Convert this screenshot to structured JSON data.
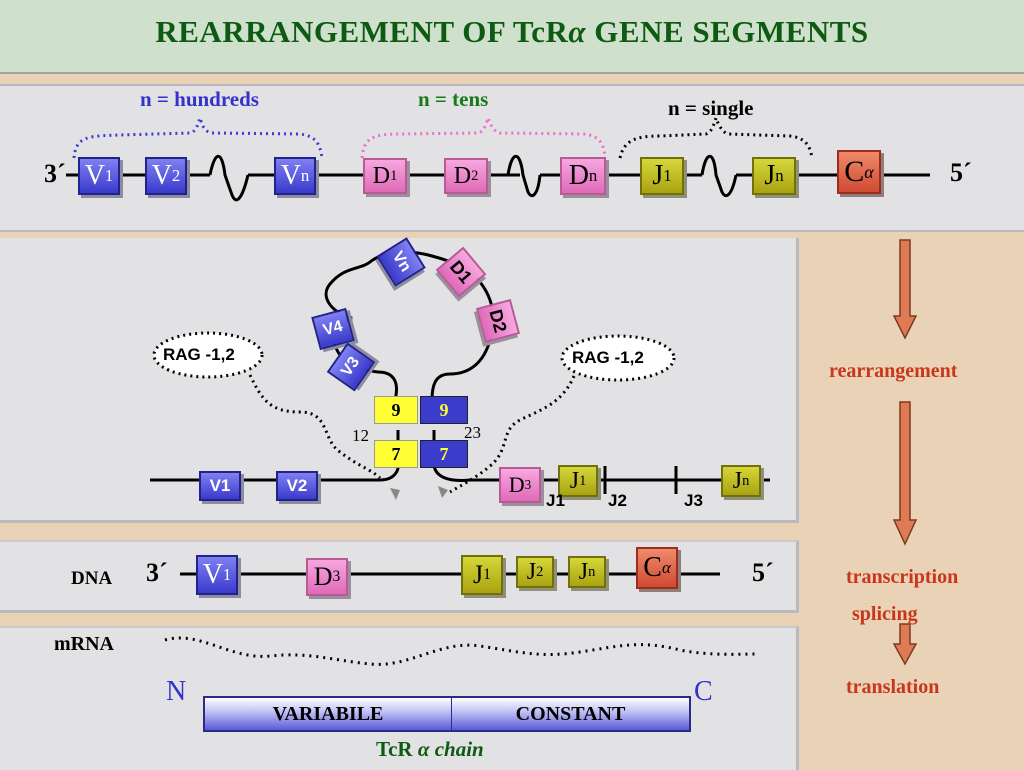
{
  "title": {
    "prefix": "REARRANGEMENT  OF  TcR",
    "alpha": "α",
    "suffix": "  GENE  SEGMENTS"
  },
  "top_row": {
    "n_hundreds": "n = hundreds",
    "n_tens": "n = tens",
    "n_single": "n = single",
    "end3": "3´",
    "end5": "5´",
    "segments": [
      {
        "base": "V",
        "sub": "1"
      },
      {
        "base": "V",
        "sub": "2"
      },
      {
        "base": "V",
        "sub": "n"
      },
      {
        "base": "D",
        "sub": "1"
      },
      {
        "base": "D",
        "sub": "2"
      },
      {
        "base": "D",
        "sub": "n"
      },
      {
        "base": "J",
        "sub": "1"
      },
      {
        "base": "J",
        "sub": "n"
      },
      {
        "base": "C",
        "sub": "α"
      }
    ]
  },
  "loop": {
    "vn": "Vn",
    "d1": "D1",
    "d2": "D2",
    "v4": "V4",
    "v3": "V3",
    "rag_left": "RAG -1,2",
    "rag_right": "RAG -1,2",
    "rss_9_left": "9",
    "rss_9_right": "9",
    "rss_7_left": "7",
    "rss_7_right": "7",
    "spacer_12": "12",
    "spacer_23": "23",
    "v1": "V1",
    "v2": "V2",
    "d3": {
      "base": "D",
      "sub": "3"
    },
    "j1": {
      "base": "J",
      "sub": "1"
    },
    "jn": {
      "base": "J",
      "sub": "n"
    },
    "j1_small": "J1",
    "j2_small": "J2",
    "j3_small": "J3"
  },
  "dna": {
    "label": "DNA",
    "end3": "3´",
    "end5": "5´",
    "segments": [
      {
        "base": "V",
        "sub": "1"
      },
      {
        "base": "D",
        "sub": "3"
      },
      {
        "base": "J",
        "sub": "1"
      },
      {
        "base": "J",
        "sub": "2"
      },
      {
        "base": "J",
        "sub": "n"
      },
      {
        "base": "C",
        "sub": "α"
      }
    ]
  },
  "mrna": {
    "label": "mRNA",
    "n_term": "N",
    "c_term": "C",
    "variable": "VARIABILE",
    "constant": "CONSTANT",
    "chain_prefix": "TcR ",
    "chain_alpha": "α",
    "chain_suffix": " chain"
  },
  "steps": {
    "rearrangement": "rearrangement",
    "transcription": "transcription",
    "splicing": "splicing",
    "translation": "translation"
  },
  "colors": {
    "title": "#0e5a13",
    "v_segment": "#4b4bd6",
    "d_segment": "#ef8ad0",
    "j_segment": "#b8b418",
    "c_segment": "#d9583c",
    "step_text": "#c8361b",
    "n_hundreds": "#3333cc",
    "n_tens": "#1a7a1a",
    "n_label": "#3333cc",
    "c_label": "#3333cc"
  }
}
